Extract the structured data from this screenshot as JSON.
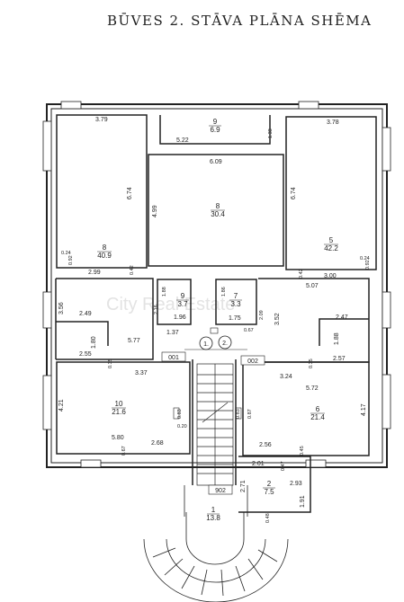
{
  "title": "BŪVES   2. STĀVA  PLĀNA  SHĒMA",
  "rooms": [
    {
      "number": "8",
      "area": "40.9"
    },
    {
      "number": "9",
      "area": "6.9"
    },
    {
      "number": "8",
      "area": "30.4"
    },
    {
      "number": "5",
      "area": "42.2"
    },
    {
      "number": "9",
      "area": "3.7"
    },
    {
      "number": "7",
      "area": "3.3"
    },
    {
      "number": "10",
      "area": "21.6"
    },
    {
      "number": "6",
      "area": "21.4"
    },
    {
      "number": "2",
      "area": "7.5"
    },
    {
      "number": "1",
      "area": "13.8"
    }
  ],
  "doors": [
    "001",
    "002",
    "902"
  ],
  "circles": [
    "1.",
    "2."
  ],
  "dimensions": {
    "d379": "3.79",
    "d522": "5.22",
    "d133": "1.33",
    "d378": "3.78",
    "d609": "6.09",
    "d674a": "6.74",
    "d499": "4.99",
    "d674b": "6.74",
    "d024a": "0.24",
    "d092a": "0.92",
    "d299": "2.99",
    "d042a": "0.42",
    "d042b": "0.42",
    "d300": "3.00",
    "d024b": "0.24",
    "d092b": "0.92",
    "d356": "3.56",
    "d249": "2.49",
    "d216": "2.16",
    "d188a": "1.88",
    "d196": "1.96",
    "d577": "5.77",
    "d180": "1.80",
    "d137": "1.37",
    "d255": "2.55",
    "d035a": "0.35",
    "d337": "3.37",
    "d507": "5.07",
    "d186": "1.86",
    "d209": "2.09",
    "d175": "1.75",
    "d067a": "0.67",
    "d352": "3.52",
    "d247": "2.47",
    "d188b": "1.88",
    "d035b": "0.35",
    "d257": "2.57",
    "d324": "3.24",
    "d572": "5.72",
    "d421": "4.21",
    "d583": "0.83",
    "d020": "0.20",
    "d580": "5.80",
    "d268": "2.68",
    "d067b": "0.67",
    "d087": "0.87",
    "d417": "4.17",
    "d256": "2.56",
    "d045": "0.45",
    "d201": "2.01",
    "d047": "0.47",
    "d293": "2.93",
    "d271": "2.71",
    "d191": "1.91",
    "d048": "0.48",
    "d083b": "0.83"
  },
  "watermark": "City Real Estate"
}
